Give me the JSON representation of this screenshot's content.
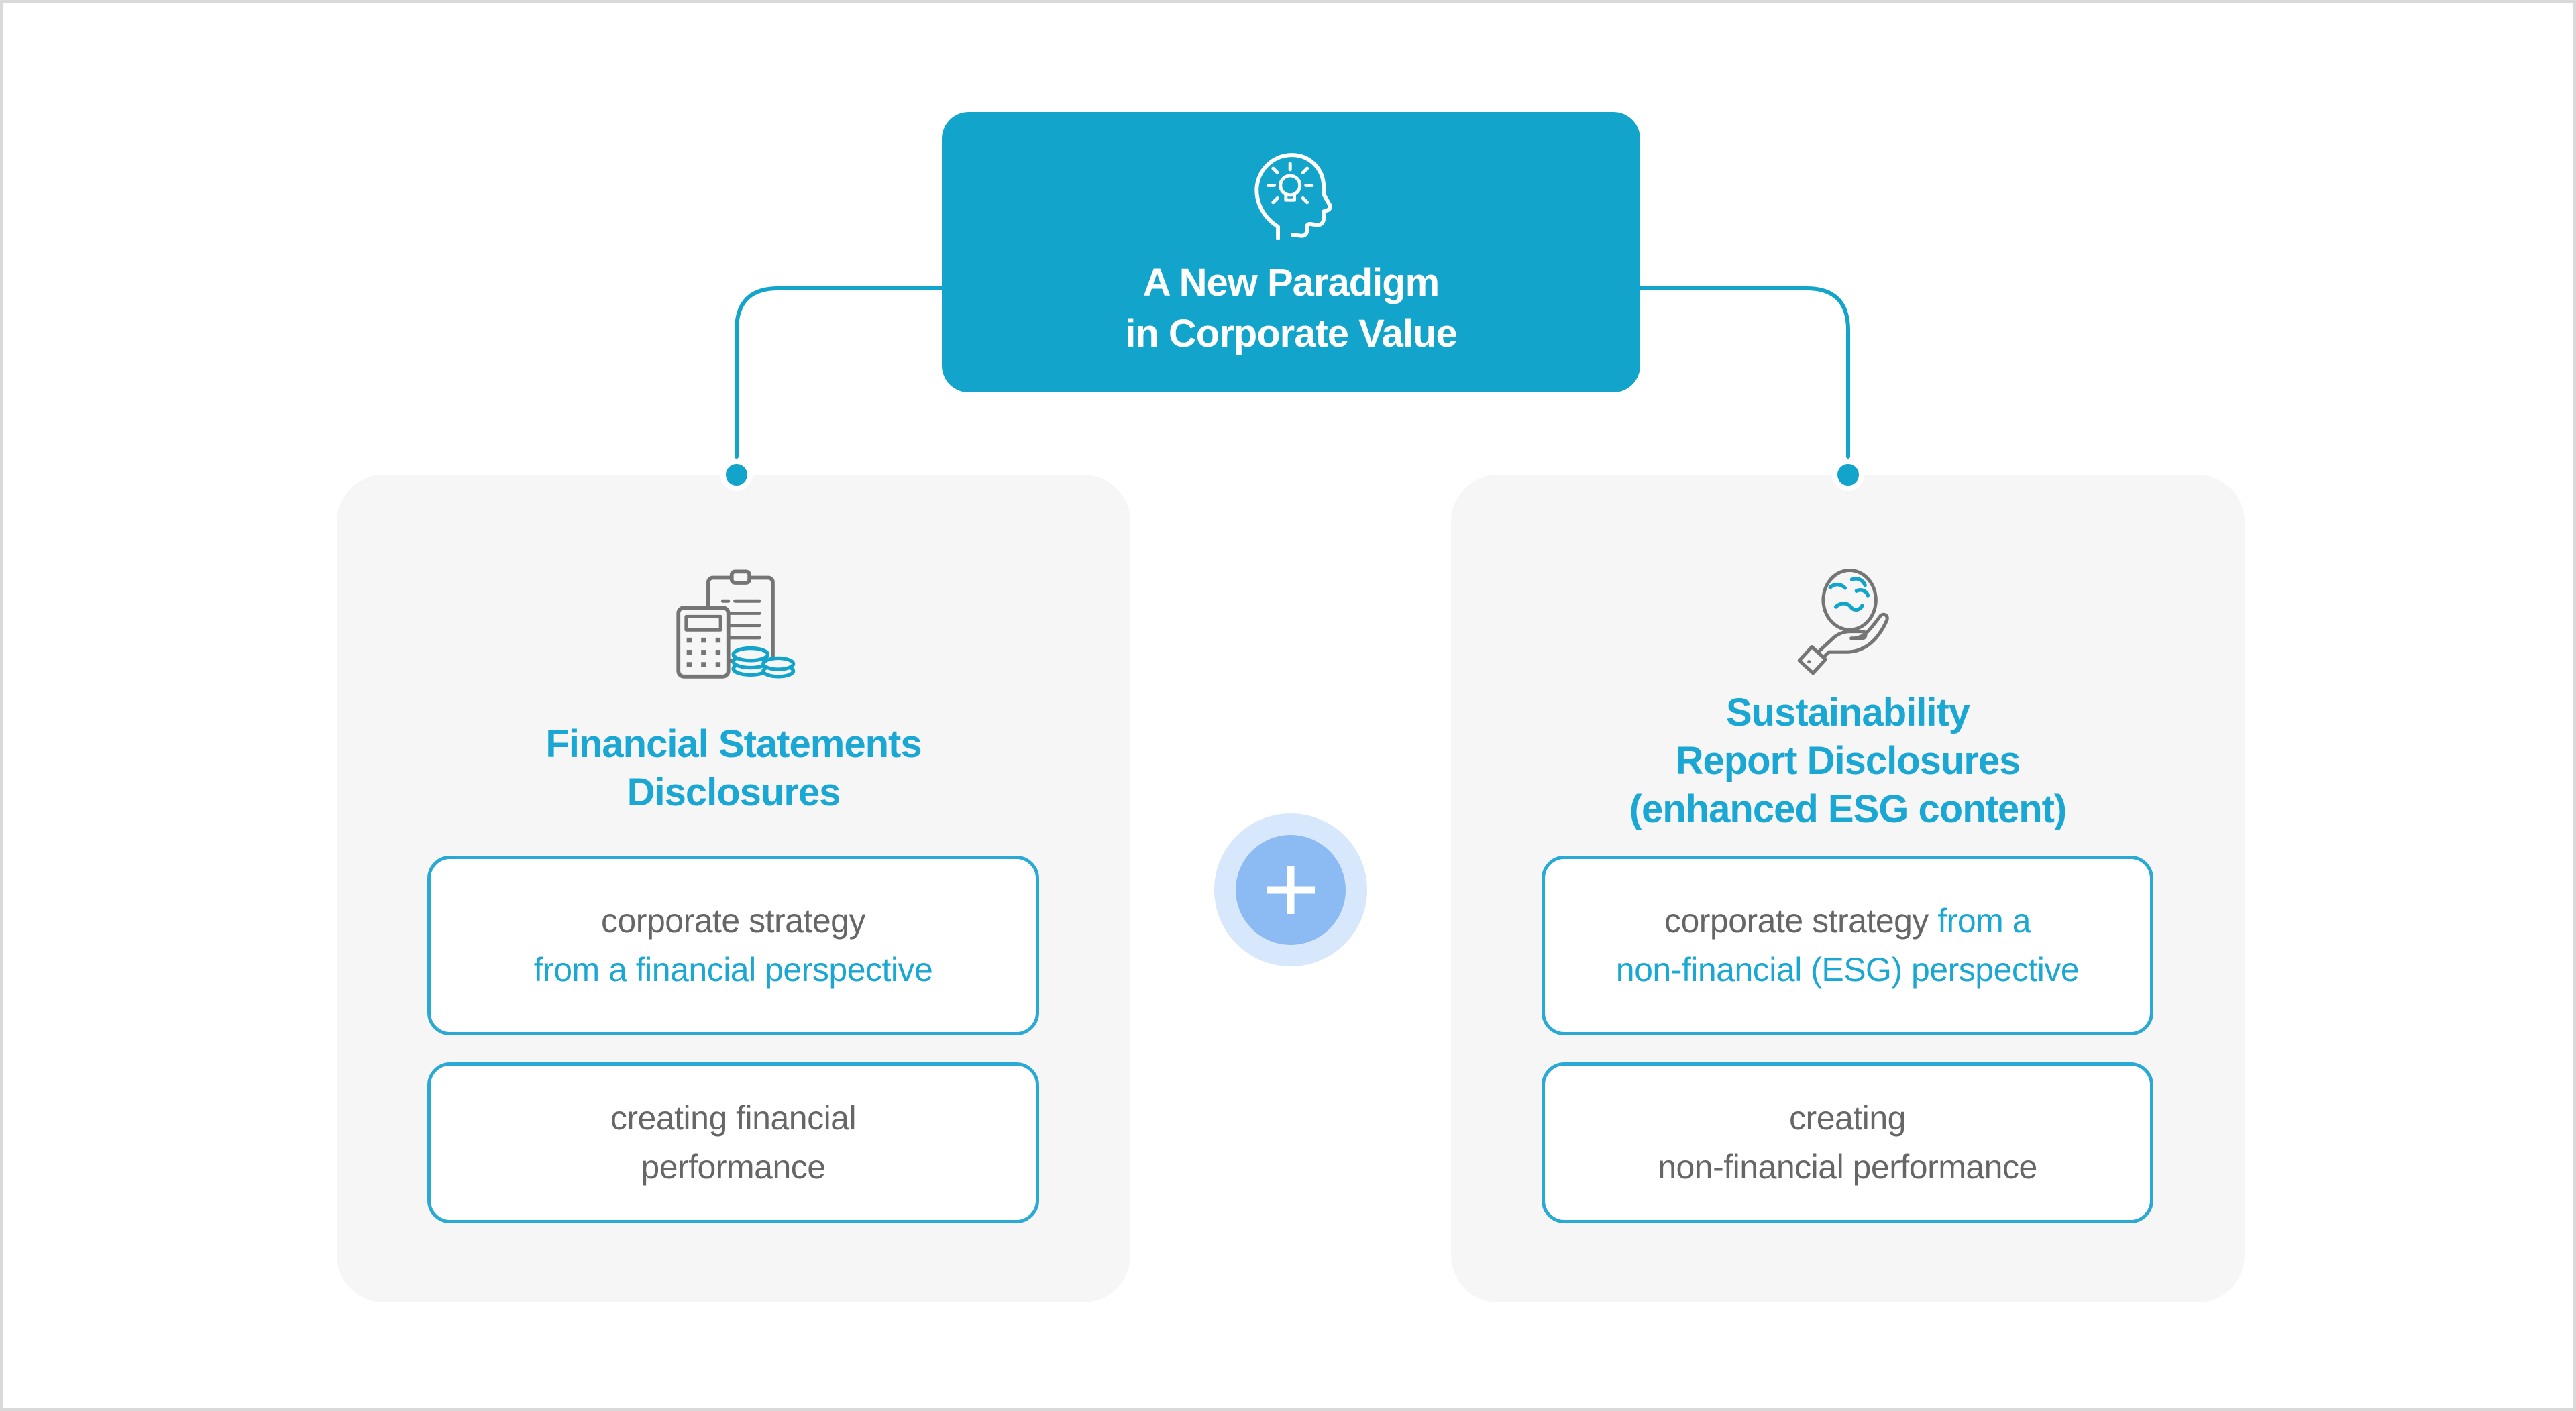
{
  "colors": {
    "background": "#ffffff",
    "canvas_border": "#d9d9d9",
    "brand_cyan": "#12a4ca",
    "text_cyan": "#1ba7d3",
    "text_gray": "#666666",
    "icon_gray": "#757575",
    "card_bg": "#f6f6f6",
    "inner_box_border": "#29a9d4",
    "plus_outer": "#d7e7fc",
    "plus_inner": "#8cbaf3"
  },
  "top_node": {
    "icon": "head-lightbulb-icon",
    "title_line1": "A New Paradigm",
    "title_line2": "in Corporate Value"
  },
  "left_card": {
    "icon": "calculator-clipboard-coins-icon",
    "title_line1": "Financial Statements",
    "title_line2": "Disclosures",
    "box1": {
      "line1": "corporate strategy",
      "line2": "from a financial perspective"
    },
    "box2": {
      "line1": "creating financial",
      "line2": "performance"
    }
  },
  "right_card": {
    "icon": "globe-in-hand-icon",
    "title_line1": "Sustainability",
    "title_line2": "Report Disclosures",
    "title_line3": "(enhanced ESG content)",
    "box1": {
      "line1_part1": "corporate strategy",
      "line1_part2": " from a",
      "line2": "non-financial (ESG) perspective"
    },
    "box2": {
      "line1": "creating",
      "line2": "non-financial performance"
    }
  },
  "center": {
    "icon": "plus-icon"
  }
}
